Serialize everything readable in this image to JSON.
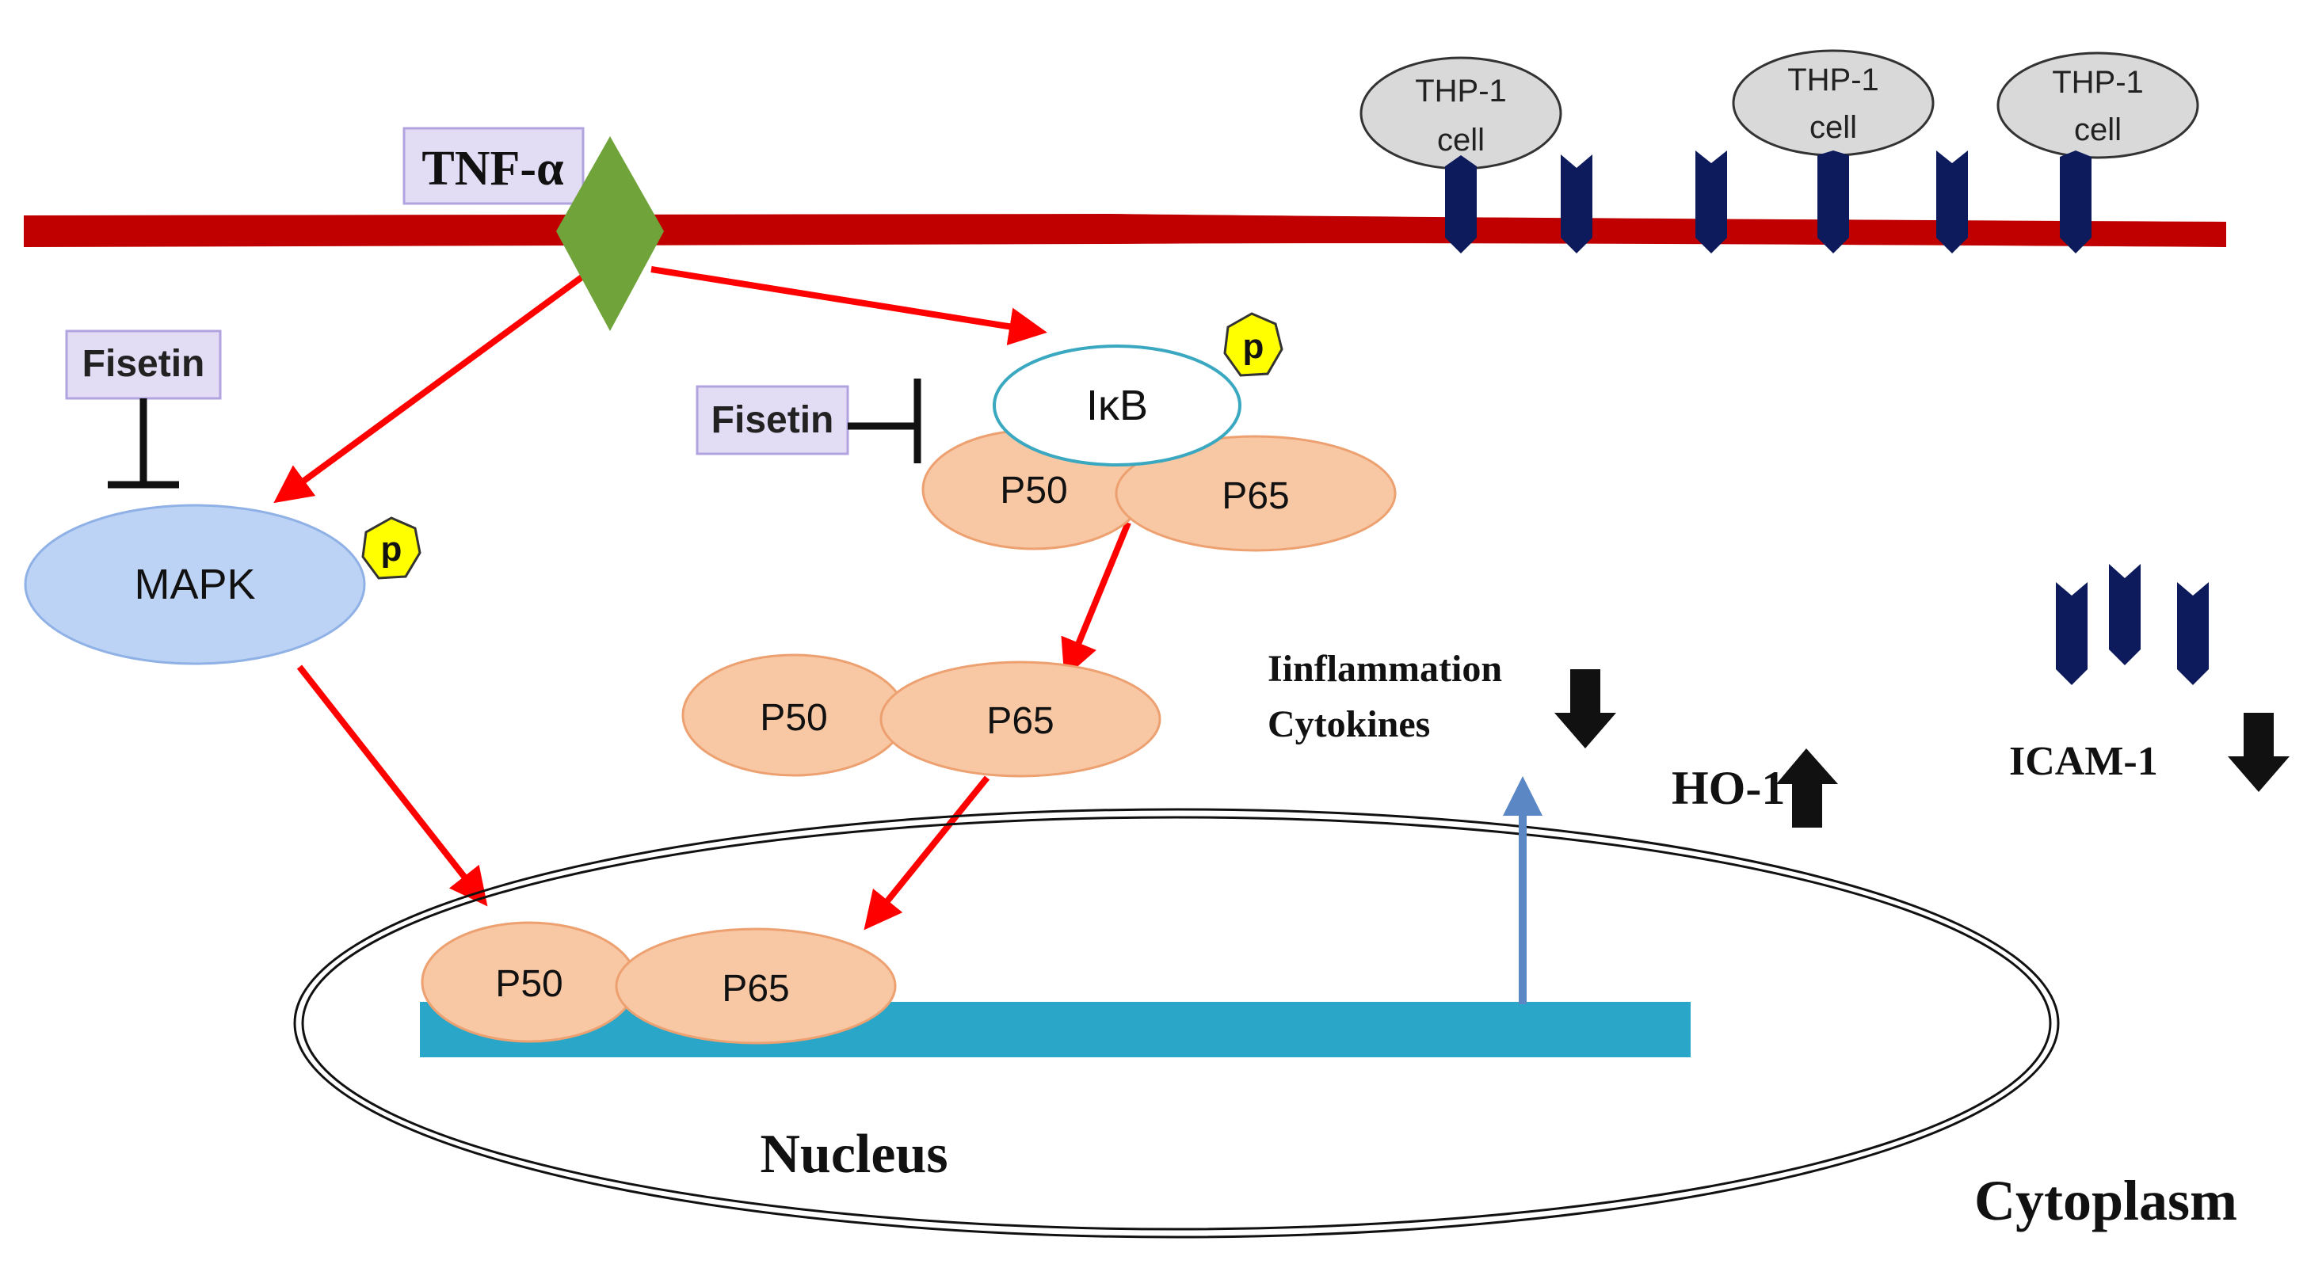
{
  "labels": {
    "tnf": "TNF-α",
    "fisetin_left": "Fisetin",
    "fisetin_center": "Fisetin",
    "ikb": "IκB",
    "mapk": "MAPK",
    "p_mapk": "p",
    "p_ikb": "p",
    "p50_a": "P50",
    "p65_a": "P65",
    "p50_b": "P50",
    "p65_b": "P65",
    "p50_c": "P50",
    "p65_c": "P65",
    "inflammation_line1": "Iinflammation",
    "inflammation_line2": "Cytokines",
    "ho1": "HO-1",
    "icam1": "ICAM-1",
    "nucleus": "Nucleus",
    "cytoplasm": "Cytoplasm"
  },
  "thp_cells": [
    {
      "line1": "THP-1",
      "line2": "cell"
    },
    {
      "line1": "THP-1",
      "line2": "cell"
    },
    {
      "line1": "THP-1",
      "line2": "cell"
    }
  ],
  "colors": {
    "membrane": "#c00000",
    "arrow": "#ff0000",
    "receptor": "#0d1b5c",
    "tnf_diamond": "#70a33a",
    "label_box_fill": "#e3dcf5",
    "label_box_stroke": "#b1a3e0",
    "mapk_fill": "#bcd3f5",
    "subunit_fill": "#f8c7a4",
    "subunit_stroke": "#eda070",
    "phospho_fill": "#ffff00",
    "dna_bar": "#2aa6c9",
    "transcription_arrow": "#5b87c5",
    "ikb_stroke": "#3aa8c0",
    "cell_fill": "#d9d9d9"
  }
}
